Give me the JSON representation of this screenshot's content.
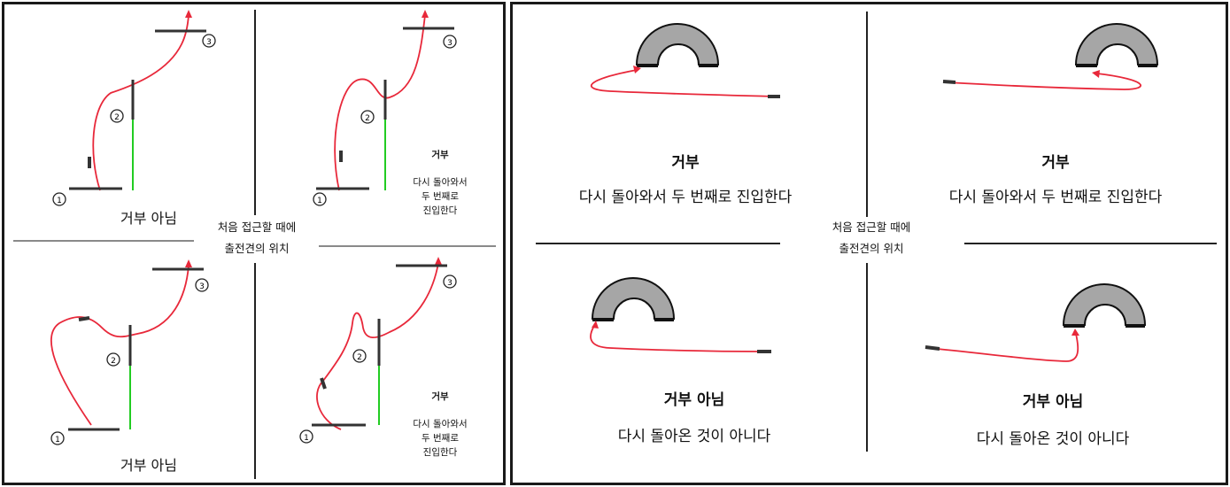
{
  "left": {
    "q1": {
      "caption": "거부 아님"
    },
    "q2": {
      "title": "거부",
      "desc_lines": [
        "다시 돌아와서",
        "두 번째로",
        "진입한다"
      ]
    },
    "q3": {
      "caption": "거부 아님"
    },
    "q4": {
      "title": "거부",
      "desc_lines": [
        "다시 돌아와서",
        "두 번째로",
        "진입한다"
      ]
    },
    "center_lines": [
      "처음 접근할 때에",
      "출전견의 위치"
    ],
    "markers": [
      "1",
      "2",
      "3"
    ]
  },
  "right": {
    "q1": {
      "title": "거부",
      "desc": "다시 돌아와서 두 번째로 진입한다"
    },
    "q2": {
      "title": "거부",
      "desc": "다시 돌아와서 두 번째로 진입한다"
    },
    "q3": {
      "title": "거부 아님",
      "desc": "다시 돌아온 것이 아니다"
    },
    "q4": {
      "title": "거부 아님",
      "desc": "다시 돌아온 것이 아니다"
    },
    "center_lines": [
      "처음 접근할 때에",
      "출전견의 위치"
    ]
  },
  "colors": {
    "path": "#e8283a",
    "guide": "#22cc22",
    "tunnel": "#a6a6a6",
    "divider": "#8a8a8a",
    "bar": "#333333"
  }
}
